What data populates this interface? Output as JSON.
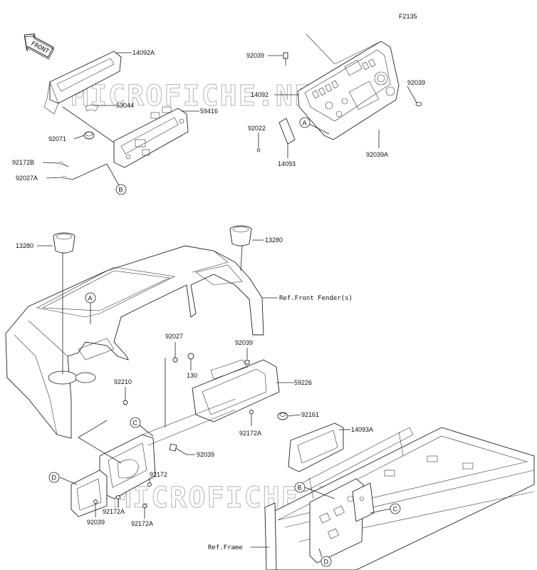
{
  "figure_code": "F2135",
  "front_label": "FRONT",
  "watermark": "MICROFICHE.NET",
  "parts": {
    "p14092A": "14092A",
    "p53044": "53044",
    "p59416": "59416",
    "p92071": "92071",
    "p92172B": "92172B",
    "p92027A": "92027A",
    "p92039_top": "92039",
    "p14092": "14092",
    "p92039_right": "92039",
    "p92022": "92022",
    "p14093": "14093",
    "p92039A": "92039A",
    "p13280_left": "13280",
    "p13280_right": "13280",
    "p92027": "92027",
    "p130": "130",
    "p92039_mid": "92039",
    "p92210": "92210",
    "p59226": "59226",
    "p92161": "92161",
    "p92172A_mid": "92172A",
    "p14093A": "14093A",
    "p92039_low": "92039",
    "p92172": "92172",
    "p92172A_low1": "92172A",
    "p92039_bot": "92039",
    "p92172A_low2": "92172A"
  },
  "refs": {
    "front_fender": "Ref.Front Fender(s)",
    "frame": "Ref.Frame"
  },
  "callouts": {
    "A": "A",
    "B": "B",
    "C": "C",
    "D": "D"
  }
}
